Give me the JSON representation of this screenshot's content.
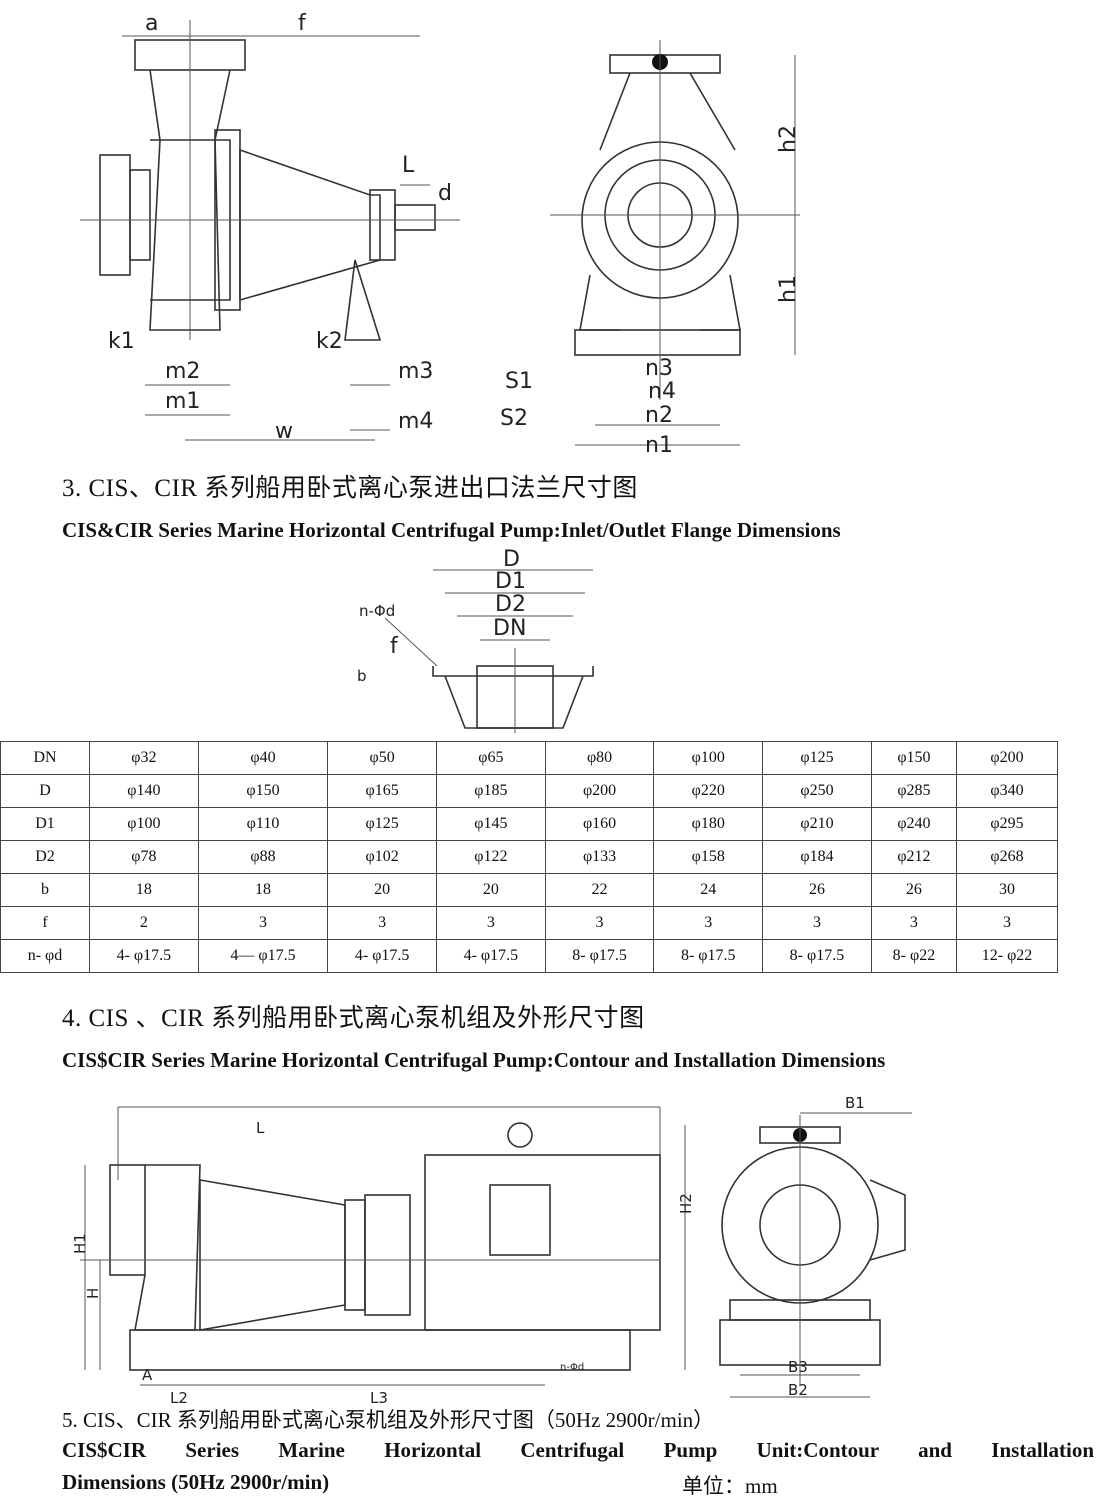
{
  "fig1": {
    "labels": {
      "a": "a",
      "f": "f",
      "L": "L",
      "d": "d",
      "k1": "k1",
      "k2": "k2",
      "m2": "m2",
      "m1": "m1",
      "m3": "m3",
      "m4": "m4",
      "w": "w",
      "h1": "h1",
      "h2": "h2",
      "S1": "S1",
      "S2": "S2",
      "n1": "n1",
      "n2": "n2",
      "n3": "n3",
      "n4": "n4"
    }
  },
  "section3": {
    "title_cn": "3.  CIS、CIR 系列船用卧式离心泵进出口法兰尺寸图",
    "title_en": "CIS&CIR Series Marine Horizontal Centrifugal Pump:Inlet/Outlet Flange Dimensions"
  },
  "flange": {
    "labels": {
      "D": "D",
      "D1": "D1",
      "D2": "D2",
      "DN": "DN",
      "nphid": "n-Φd",
      "f": "f",
      "b": "b"
    }
  },
  "table": {
    "rows": [
      {
        "head": "DN",
        "cells": [
          "φ32",
          "φ40",
          "φ50",
          "φ65",
          "φ80",
          "φ100",
          "φ125",
          "φ150",
          "φ200"
        ]
      },
      {
        "head": "D",
        "cells": [
          "φ140",
          "φ150",
          "φ165",
          "φ185",
          "φ200",
          "φ220",
          "φ250",
          "φ285",
          "φ340"
        ]
      },
      {
        "head": "D1",
        "cells": [
          "φ100",
          "φ110",
          "φ125",
          "φ145",
          "φ160",
          "φ180",
          "φ210",
          "φ240",
          "φ295"
        ]
      },
      {
        "head": "D2",
        "cells": [
          "φ78",
          "φ88",
          "φ102",
          "φ122",
          "φ133",
          "φ158",
          "φ184",
          "φ212",
          "φ268"
        ]
      },
      {
        "head": "b",
        "cells": [
          "18",
          "18",
          "20",
          "20",
          "22",
          "24",
          "26",
          "26",
          "30"
        ]
      },
      {
        "head": "f",
        "cells": [
          "2",
          "3",
          "3",
          "3",
          "3",
          "3",
          "3",
          "3",
          "3"
        ]
      },
      {
        "head": "n- φd",
        "cells": [
          "4- φ17.5",
          "4— φ17.5",
          "4- φ17.5",
          "4- φ17.5",
          "8- φ17.5",
          "8- φ17.5",
          "8- φ17.5",
          "8- φ22",
          "12- φ22"
        ]
      }
    ]
  },
  "section4": {
    "title_cn": "4.  CIS 、CIR 系列船用卧式离心泵机组及外形尺寸图",
    "title_en": "CIS$CIR Series Marine Horizontal Centrifugal Pump:Contour and Installation Dimensions"
  },
  "fig3": {
    "labels": {
      "L": "L",
      "H1": "H1",
      "H": "H",
      "H2": "H2",
      "A": "A",
      "L2": "L2",
      "L3": "L3",
      "nphid": "n-Φd",
      "B1": "B1",
      "B3": "B3",
      "B2": "B2"
    }
  },
  "section5": {
    "title_cn": "5.   CIS、CIR 系列船用卧式离心泵机组及外形尺寸图（50Hz 2900r/min）",
    "title_en_line1": "CIS$CIR Series Marine Horizontal Centrifugal Pump Unit:Contour and Installation",
    "title_en_line2": "Dimensions (50Hz 2900r/min)",
    "unit": "单位：mm"
  }
}
